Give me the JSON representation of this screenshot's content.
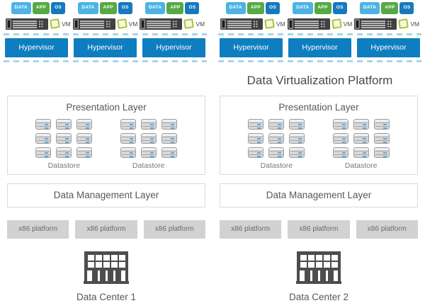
{
  "platform_title": "Data Virtualization Platform",
  "vm_stack": {
    "badges": [
      {
        "label": "DATA",
        "color": "#4db3e4"
      },
      {
        "label": "APP",
        "color": "#57a945"
      },
      {
        "label": "OS",
        "color": "#1779bd"
      }
    ],
    "vm_label": "VM",
    "units_per_group": 3
  },
  "hypervisor": {
    "label": "Hypervisor",
    "color": "#0f7ec0",
    "boxes_per_group": 3
  },
  "dashed_line_color": "#a9d4ed",
  "datacenters": [
    {
      "name": "Data Center 1",
      "presentation_layer": {
        "title": "Presentation Layer",
        "datastore_groups": [
          {
            "label": "Datastore",
            "icon_count": 9
          },
          {
            "label": "Datastore",
            "icon_count": 9
          }
        ]
      },
      "management_layer": {
        "title": "Data Management Layer"
      },
      "platforms": [
        "x86 platform",
        "x86 platform",
        "x86 platform"
      ]
    },
    {
      "name": "Data Center 2",
      "presentation_layer": {
        "title": "Presentation Layer",
        "datastore_groups": [
          {
            "label": "Datastore",
            "icon_count": 9
          },
          {
            "label": "Datastore",
            "icon_count": 9
          }
        ]
      },
      "management_layer": {
        "title": "Data Management Layer"
      },
      "platforms": [
        "x86 platform",
        "x86 platform",
        "x86 platform"
      ]
    }
  ]
}
